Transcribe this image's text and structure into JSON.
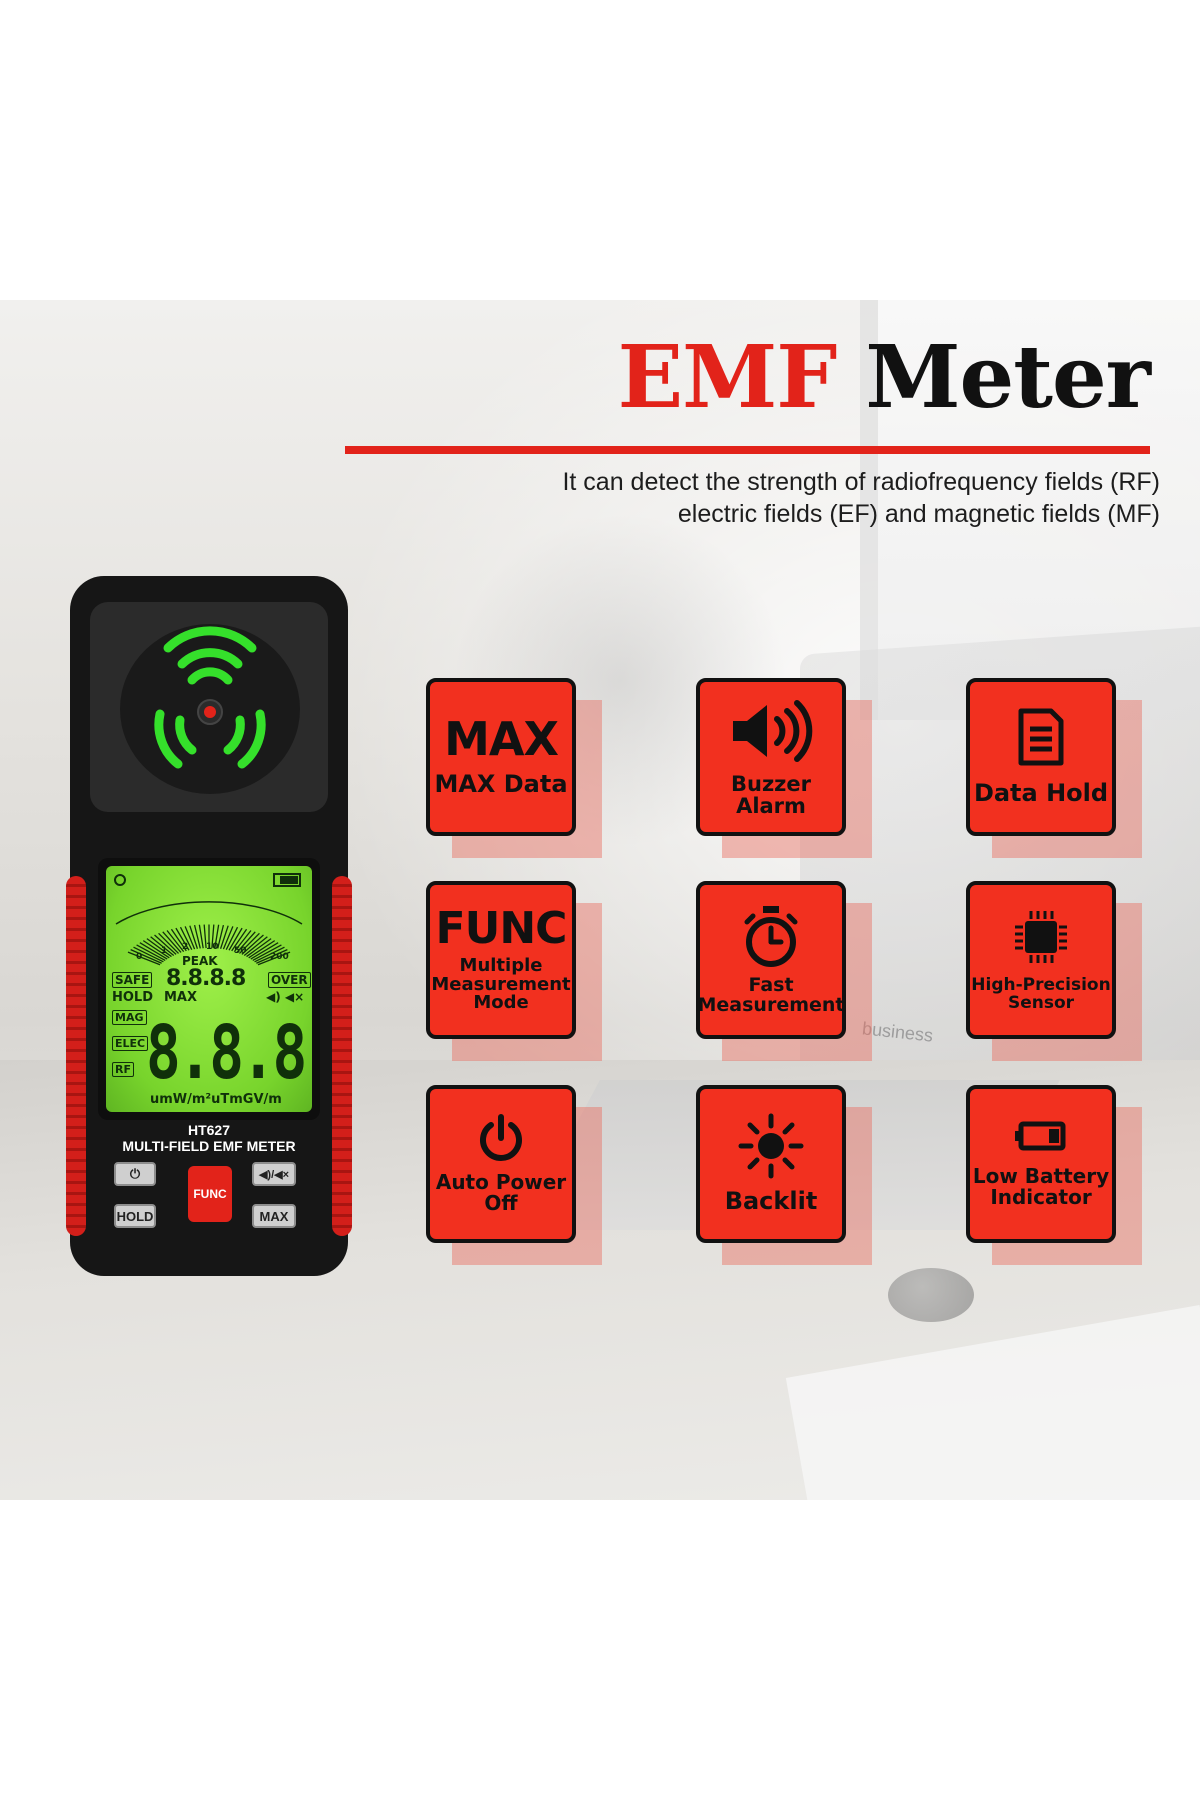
{
  "heading": {
    "title_red": "EMF",
    "title_black": "Meter",
    "subtitle_line1": "It can detect the strength of radiofrequency fields (RF)",
    "subtitle_line2": "electric fields (EF) and magnetic fields (MF)"
  },
  "background": {
    "watermark_word": "business"
  },
  "meter": {
    "model": "HT627",
    "name": "MULTI-FIELD EMF METER",
    "lcd": {
      "scale_ticks": [
        "0",
        "1",
        "2",
        "10",
        "50",
        "200"
      ],
      "peak": "PEAK",
      "safe": "SAFE",
      "over": "OVER",
      "small_digits": "8.8.8.8",
      "hold": "HOLD",
      "max": "MAX",
      "mag": "MAG",
      "elec": "ELEC",
      "rf": "RF",
      "big_digits": "8.8.8.8",
      "units": "umW/m²uTmGV/m"
    },
    "buttons": {
      "hold": "HOLD",
      "func": "FUNC",
      "max": "MAX"
    },
    "colors": {
      "body": "#161616",
      "accent": "#d31f1a",
      "lcd": "#8fe43c",
      "sensor_glow": "#35e02b"
    }
  },
  "features": [
    {
      "big": "MAX",
      "label_lines": [
        "MAX Data"
      ],
      "icon": "none"
    },
    {
      "big": "",
      "label_lines": [
        "Buzzer",
        "Alarm"
      ],
      "icon": "speaker-icon"
    },
    {
      "big": "",
      "label_lines": [
        "Data Hold"
      ],
      "icon": "document-icon"
    },
    {
      "big": "FUNC",
      "label_lines": [
        "Multiple",
        "Measurement",
        "Mode"
      ],
      "icon": "none"
    },
    {
      "big": "",
      "label_lines": [
        "Fast",
        "Measurement"
      ],
      "icon": "stopwatch-icon"
    },
    {
      "big": "",
      "label_lines": [
        "High-Precision",
        "Sensor"
      ],
      "icon": "chip-icon"
    },
    {
      "big": "",
      "label_lines": [
        "Auto Power",
        "Off"
      ],
      "icon": "power-icon"
    },
    {
      "big": "",
      "label_lines": [
        "Backlit"
      ],
      "icon": "sun-icon"
    },
    {
      "big": "",
      "label_lines": [
        "Low Battery",
        "Indicator"
      ],
      "icon": "battery-icon"
    }
  ],
  "colors": {
    "brand_red": "#e2231a",
    "tile_red": "#f2301f",
    "text_dark": "#111111"
  }
}
